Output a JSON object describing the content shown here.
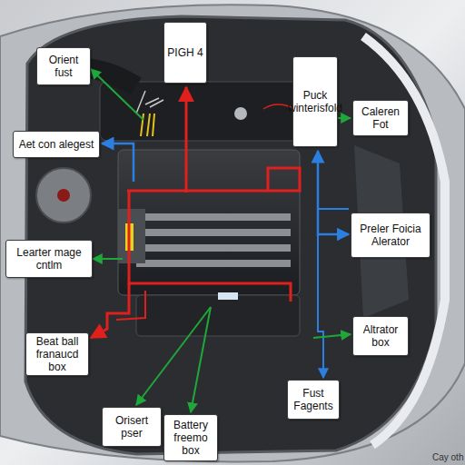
{
  "diagram": {
    "nodes": [
      {
        "text": [
          "Orient fust"
        ]
      },
      {
        "text": [
          "PIGH 4"
        ]
      },
      {
        "text": [
          "Puck winterisfold"
        ]
      },
      {
        "text": [
          "Caleren Fot"
        ]
      },
      {
        "text": [
          "Aet con alegest"
        ]
      },
      {
        "text": [
          "Preler Foicia Alerator"
        ]
      },
      {
        "text": [
          "Learter mage cntlm"
        ]
      },
      {
        "text": [
          "Altrator box"
        ]
      },
      {
        "text": [
          "Beat ball franaucd box"
        ]
      },
      {
        "text": [
          "Fust Fagents"
        ]
      },
      {
        "text": [
          "Orisert pser"
        ]
      },
      {
        "text": [
          "Battery freemo box"
        ]
      }
    ],
    "labels": [
      "Cay oth"
    ]
  }
}
